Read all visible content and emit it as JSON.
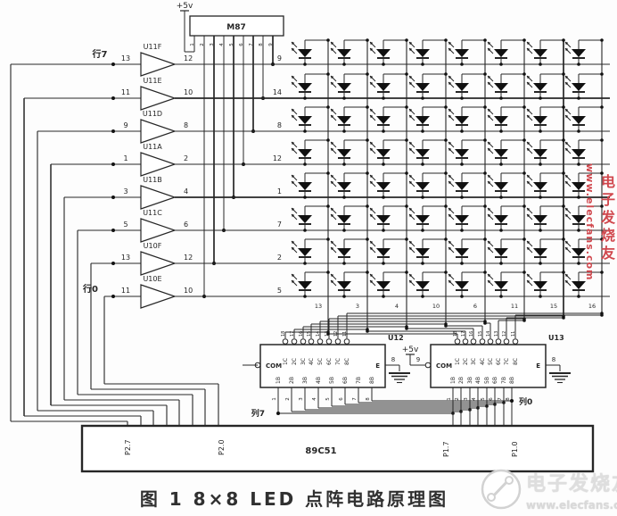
{
  "figure": {
    "caption": "图 1  8×8 LED 点阵电路原理图"
  },
  "watermark": {
    "brand": "电子发烧友",
    "site": "www.elecfans.com",
    "red": "#d0484e",
    "gray": "#d9d9d9"
  },
  "power": {
    "vcc": "+5v"
  },
  "resnet": {
    "label": "M87",
    "pin_numbers": [
      "1",
      "2",
      "3",
      "4",
      "5",
      "6",
      "7",
      "8",
      "9"
    ]
  },
  "row_labels": {
    "top": "行7",
    "bottom": "行0"
  },
  "buffers": [
    {
      "name": "U11F",
      "pin_in": "13",
      "pin_out": "12",
      "matrix_pin": "9"
    },
    {
      "name": "U11E",
      "pin_in": "11",
      "pin_out": "10",
      "matrix_pin": "14"
    },
    {
      "name": "U11D",
      "pin_in": "9",
      "pin_out": "8",
      "matrix_pin": "8"
    },
    {
      "name": "U11A",
      "pin_in": "1",
      "pin_out": "2",
      "matrix_pin": "12"
    },
    {
      "name": "U11B",
      "pin_in": "3",
      "pin_out": "4",
      "matrix_pin": "1"
    },
    {
      "name": "U11C",
      "pin_in": "5",
      "pin_out": "6",
      "matrix_pin": "7"
    },
    {
      "name": "U10F",
      "pin_in": "13",
      "pin_out": "12",
      "matrix_pin": "2"
    },
    {
      "name": "U10E",
      "pin_in": "11",
      "pin_out": "10",
      "matrix_pin": "5"
    }
  ],
  "matrix": {
    "rows": 8,
    "cols": 8,
    "col_pins": [
      "13",
      "3",
      "4",
      "10",
      "6",
      "11",
      "15",
      "16"
    ]
  },
  "drivers": [
    {
      "name": "U12",
      "com_label": "COM",
      "e_label": "E",
      "e_wire_num": "8",
      "out_labels": [
        "1C",
        "2C",
        "3C",
        "4C",
        "5C",
        "6C",
        "7C",
        "8C"
      ],
      "out_nums": [
        "18",
        "17",
        "16",
        "15",
        "14",
        "13",
        "12",
        "11"
      ],
      "in_labels": [
        "1B",
        "2B",
        "3B",
        "4B",
        "5B",
        "6B",
        "7B",
        "8B"
      ],
      "in_nums": [
        "1",
        "2",
        "3",
        "4",
        "5",
        "6",
        "7",
        "8"
      ],
      "bus_label": "列7"
    },
    {
      "name": "U13",
      "com_label": "COM",
      "com_wire_num": "9",
      "vcc": "+5v",
      "e_label": "E",
      "e_wire_num": "8",
      "out_labels": [
        "1C",
        "2C",
        "3C",
        "4C",
        "5C",
        "6C",
        "7C",
        "8C"
      ],
      "out_nums": [
        "18",
        "17",
        "16",
        "15",
        "14",
        "13",
        "12",
        "11"
      ],
      "in_labels": [
        "1B",
        "2B",
        "3B",
        "4B",
        "5B",
        "6B",
        "7B",
        "8B"
      ],
      "in_nums": [
        "1",
        "2",
        "3",
        "4",
        "5",
        "6",
        "7",
        "8"
      ],
      "bus_label": "列0"
    }
  ],
  "mcu": {
    "name": "89C51",
    "pin_labels": [
      "P2.7",
      "P2.0",
      "P1.7",
      "P1.0"
    ]
  },
  "colors": {
    "line": "#262626",
    "fill": "#111111"
  }
}
